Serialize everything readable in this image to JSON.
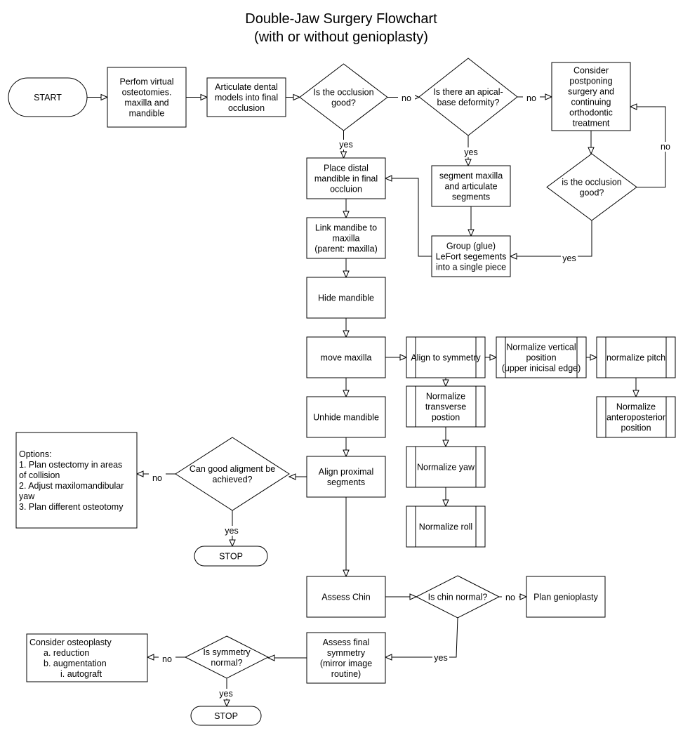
{
  "title": [
    "Double-Jaw Surgery Flowchart",
    "(with or without genioplasty)"
  ],
  "nodes": {
    "start": [
      "START"
    ],
    "perform_osteotomies": [
      "Perfom virtual",
      "osteotomies.",
      "maxilla and",
      "mandible"
    ],
    "articulate_models": [
      "Articulate dental",
      "models into final",
      "occlusion"
    ],
    "occlusion_good_1": [
      "Is the occlusion",
      "good?"
    ],
    "apical_base": [
      "Is there an apical-",
      "base deformity?"
    ],
    "consider_postponing": [
      "Consider",
      "postponing",
      "surgery and",
      "continuing",
      "orthodontic",
      "treatment"
    ],
    "occlusion_good_2": [
      "is the occlusion",
      "good?"
    ],
    "segment_maxilla": [
      "segment maxilla",
      "and articulate",
      "segments"
    ],
    "group_lefort": [
      "Group (glue)",
      "LeFort segements",
      "into a single piece"
    ],
    "place_distal": [
      "Place distal",
      "mandible in final",
      "occluion"
    ],
    "link_mandible": [
      "Link mandibe to",
      "maxilla",
      "(parent: maxilla)"
    ],
    "hide_mandible": [
      "Hide mandible"
    ],
    "move_maxilla": [
      "move maxilla"
    ],
    "align_symmetry": [
      "Align to symmetry"
    ],
    "normalize_vertical": [
      "Normalize vertical",
      "position",
      "(upper inicisal edge)"
    ],
    "normalize_pitch": [
      "normalize pitch"
    ],
    "normalize_ap": [
      "Normalize",
      "anteroposterior",
      "position"
    ],
    "normalize_transverse": [
      "Normalize",
      "transverse",
      "postion"
    ],
    "normalize_yaw": [
      "Normalize yaw"
    ],
    "normalize_roll": [
      "Normalize roll"
    ],
    "unhide_mandible": [
      "Unhide mandible"
    ],
    "align_proximal": [
      "Align proximal",
      "segments"
    ],
    "good_alignment": [
      "Can good aligment be",
      "achieved?"
    ],
    "options": [
      "Options:",
      "1. Plan ostectomy in areas",
      "of collision",
      "2. Adjust maxilomandibular",
      "yaw",
      "3. Plan different osteotomy"
    ],
    "stop_1": [
      "STOP"
    ],
    "assess_chin": [
      "Assess Chin"
    ],
    "chin_normal": [
      "Is chin normal?"
    ],
    "plan_genioplasty": [
      "Plan genioplasty"
    ],
    "assess_symmetry": [
      "Assess final",
      "symmetry",
      "(mirror image",
      "routine)"
    ],
    "symmetry_normal": [
      "Is symmetry",
      "normal?"
    ],
    "consider_osteoplasty": [
      "Consider osteoplasty",
      "a. reduction",
      "b. augmentation",
      "i. autograft"
    ],
    "stop_2": [
      "STOP"
    ]
  },
  "edge_labels": {
    "occl1_no": "no",
    "occl1_yes": "yes",
    "apical_no": "no",
    "apical_yes": "yes",
    "occl2_no": "no",
    "occl2_yes": "yes",
    "align_no": "no",
    "align_yes": "yes",
    "chin_no": "no",
    "chin_yes": "yes",
    "sym_no": "no",
    "sym_yes": "yes"
  }
}
